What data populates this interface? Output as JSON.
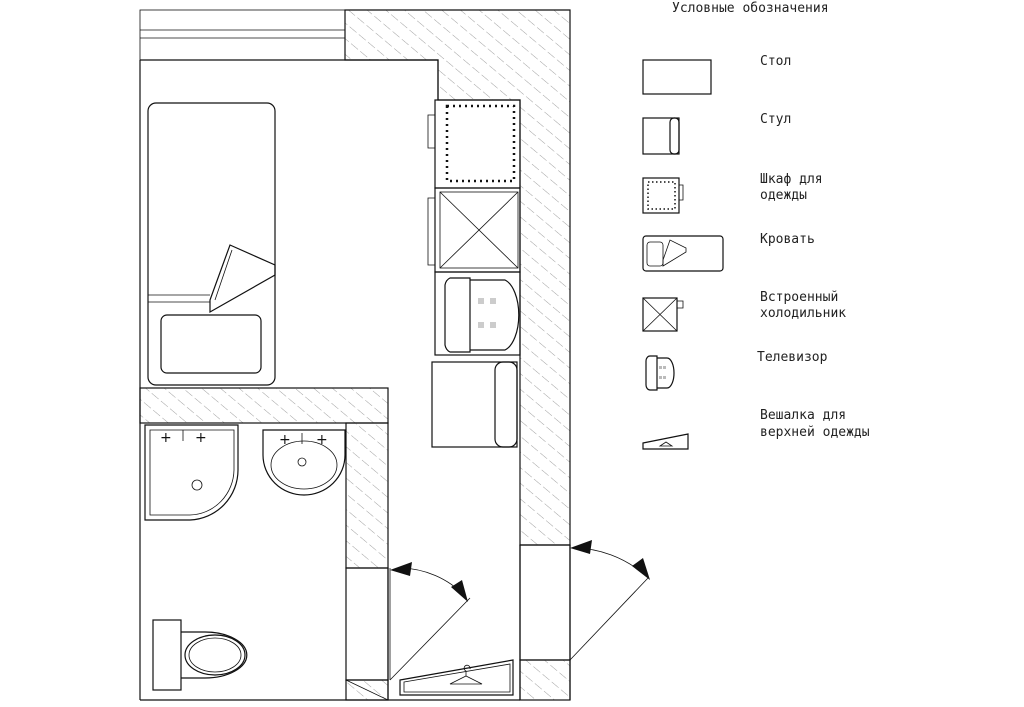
{
  "legend": {
    "title": "Условные обозначения",
    "items": [
      {
        "key": "table",
        "lines": [
          "Стол"
        ]
      },
      {
        "key": "chair",
        "lines": [
          "Стул"
        ]
      },
      {
        "key": "wardrobe",
        "lines": [
          "Шкаф для",
          "одежды"
        ]
      },
      {
        "key": "bed",
        "lines": [
          "Кровать"
        ]
      },
      {
        "key": "fridge",
        "lines": [
          "Встроенный",
          "холодильник"
        ]
      },
      {
        "key": "tv",
        "lines": [
          "Телевизор"
        ]
      },
      {
        "key": "hanger",
        "lines": [
          "Вешалка для",
          "верхней одежды"
        ]
      }
    ]
  }
}
